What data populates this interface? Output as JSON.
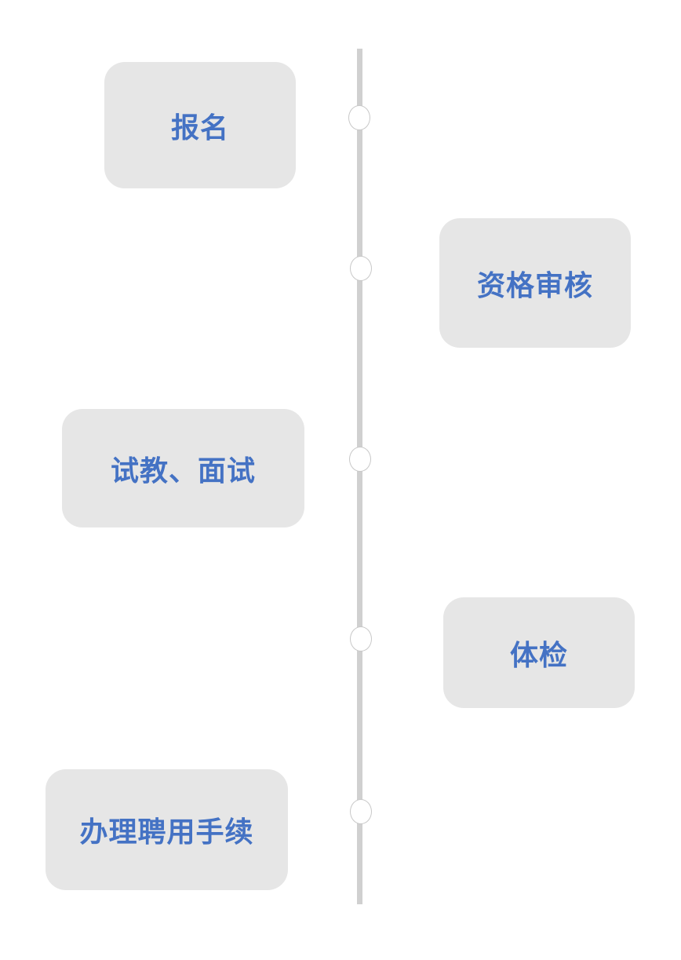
{
  "steps": [
    {
      "label": "报名"
    },
    {
      "label": "资格审核"
    },
    {
      "label": "试教、面试"
    },
    {
      "label": "体检"
    },
    {
      "label": "办理聘用手续"
    }
  ],
  "colors": {
    "box_fill": "#e6e6e6",
    "text": "#4472c4",
    "line": "#d0d0d0",
    "node_border": "#c8c8c8"
  }
}
